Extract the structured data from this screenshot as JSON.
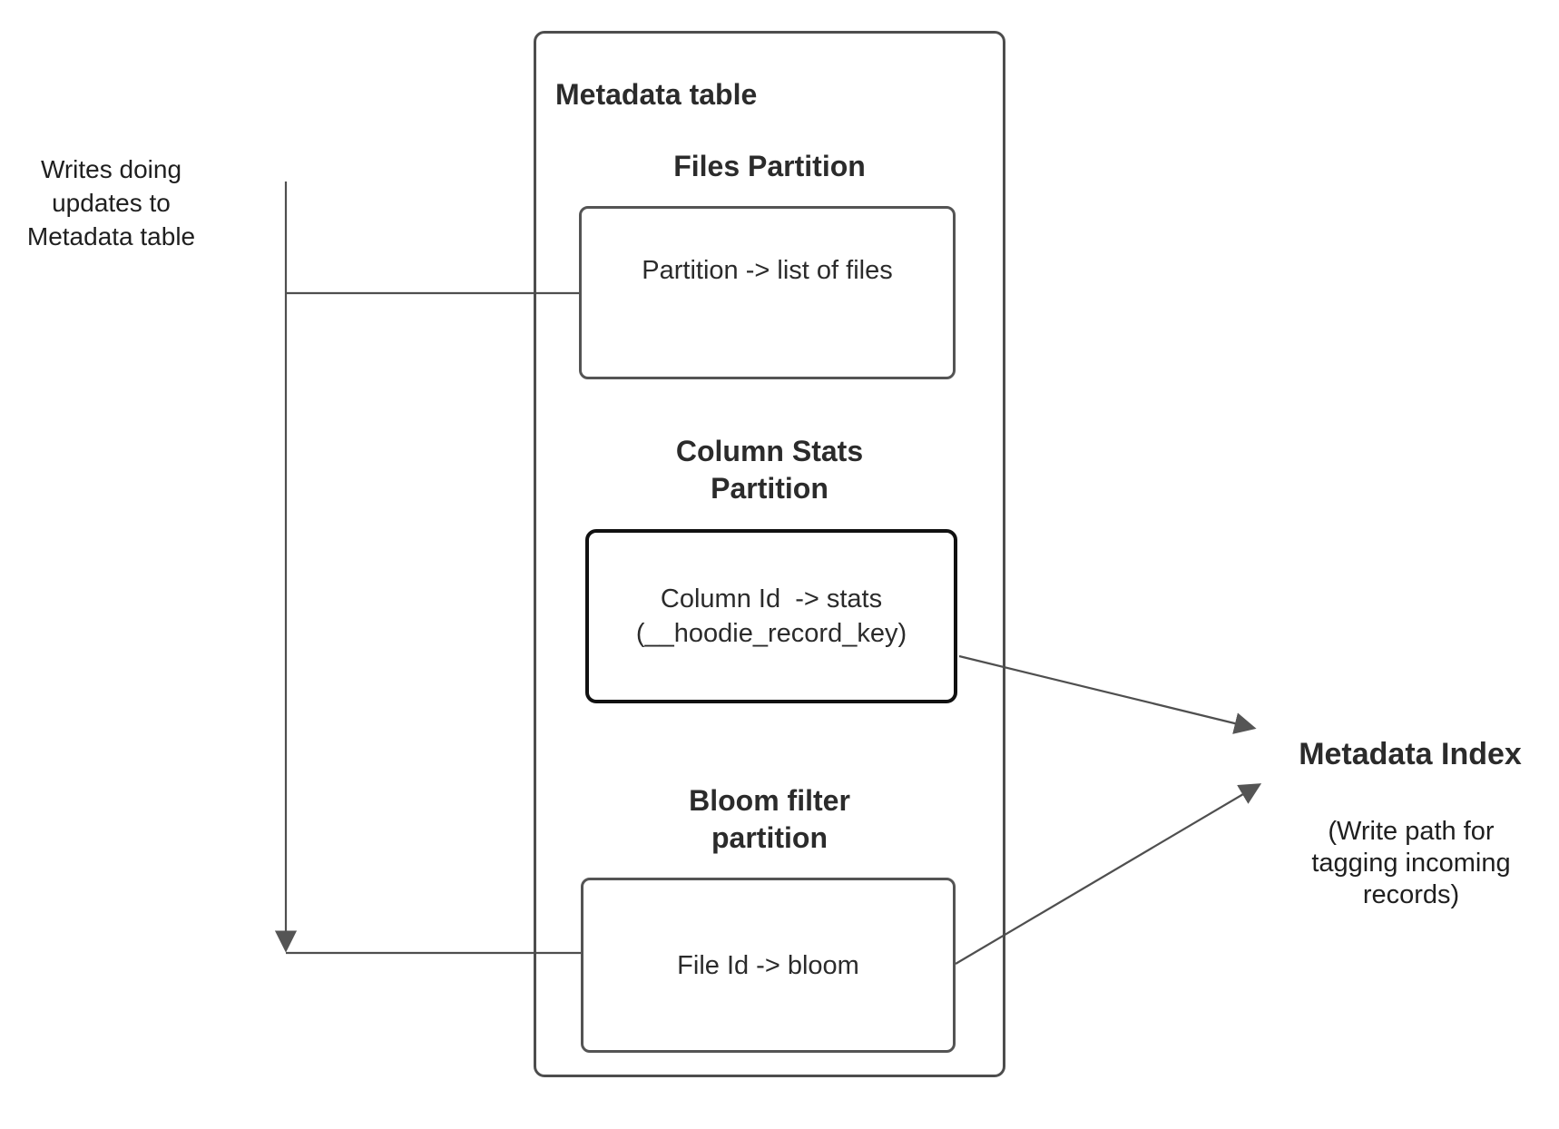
{
  "colors": {
    "background": "#ffffff",
    "container_border": "#4d4d4d",
    "box_border": "#545454",
    "emphasis_box_border": "#111111",
    "connector_line": "#4f4f4f",
    "arrowhead_fill": "#555555",
    "text": "#262626"
  },
  "writes_label": {
    "line1": "Writes doing",
    "line2": "updates to",
    "line3": "Metadata table"
  },
  "metadata_table": {
    "title": "Metadata table",
    "files_partition": {
      "title": "Files Partition",
      "box_text": "Partition -> list of files"
    },
    "column_stats_partition": {
      "title_line1": "Column Stats",
      "title_line2": "Partition",
      "box_line1": "Column Id  -> stats",
      "box_line2": "(__hoodie_record_key)"
    },
    "bloom_filter_partition": {
      "title_line1": "Bloom filter",
      "title_line2": "partition",
      "box_text": "File Id -> bloom"
    }
  },
  "metadata_index": {
    "title": "Metadata Index",
    "note_line1": "(Write path for",
    "note_line2": "tagging incoming",
    "note_line3": "records)"
  }
}
